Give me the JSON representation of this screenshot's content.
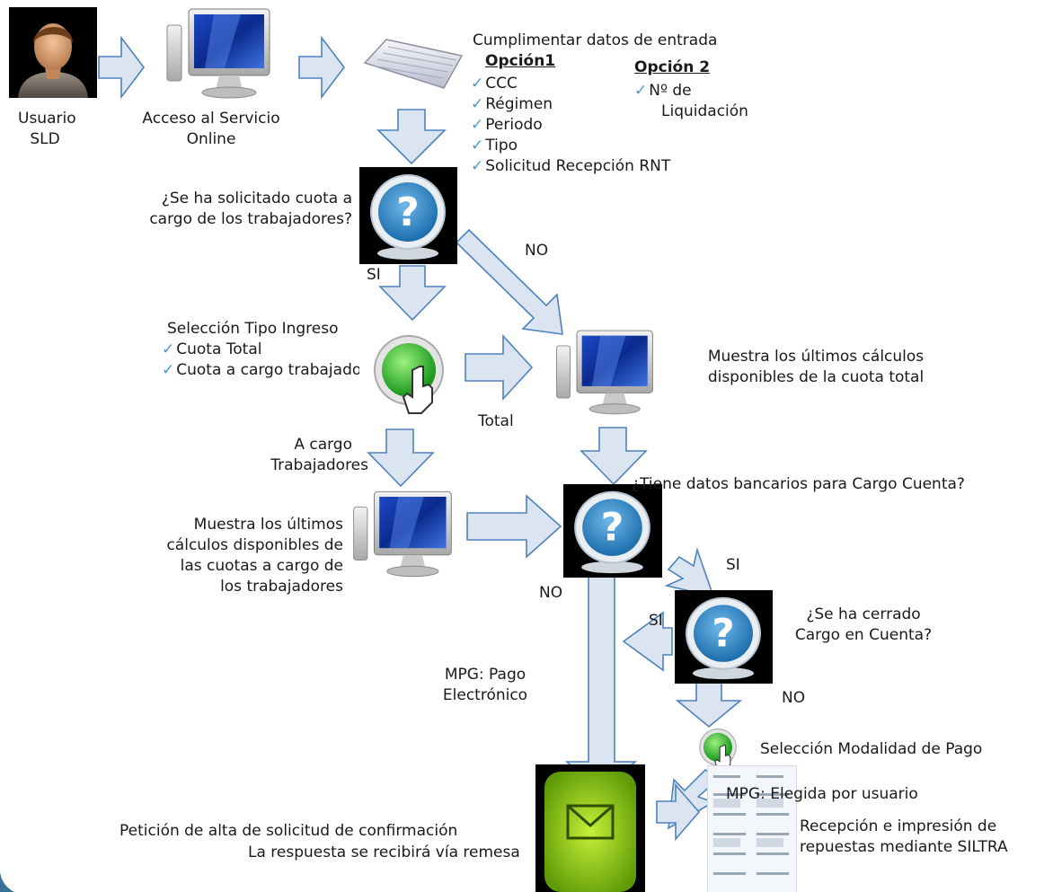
{
  "colors": {
    "arrow_fill": "#dbe5f1",
    "arrow_stroke": "#4f81bd",
    "check": "#4a9ad6",
    "question_blue": "#2f86c8",
    "button_green": "#33b233",
    "envelope_green": "#8fce1a"
  },
  "icons": {
    "user": "user-avatar-icon",
    "computer": "computer-monitor-icon",
    "keyboard": "keyboard-icon",
    "question": "question-mark-icon",
    "button": "green-button-hand-icon",
    "envelope": "envelope-icon",
    "document": "document-thumbnail-icon"
  },
  "nodes": {
    "usuario": [
      "Usuario",
      "SLD"
    ],
    "acceso": [
      "Acceso al Servicio",
      "Online"
    ],
    "cumplimentar": {
      "title": "Cumplimentar datos de entrada",
      "opcion1_title": "Opción1",
      "opcion1_items": [
        "CCC",
        "Régimen",
        "Periodo",
        "Tipo",
        "Solicitud Recepción RNT"
      ],
      "opcion2_title": "Opción 2",
      "opcion2_items": [
        "Nº de",
        "Liquidación"
      ]
    },
    "q_cuota": [
      "¿Se ha solicitado cuota a",
      "cargo de los trabajadores?"
    ],
    "seleccion_tipo": {
      "title": "Selección Tipo Ingreso",
      "items": [
        "Cuota Total",
        "Cuota a cargo trabajadores"
      ]
    },
    "muestra_total": [
      "Muestra los últimos cálculos",
      "disponibles de la cuota total"
    ],
    "muestra_trab": [
      "Muestra los últimos",
      "cálculos disponibles de",
      "las cuotas a cargo de",
      "los trabajadores"
    ],
    "q_bancarios": "¿Tiene datos bancarios para Cargo Cuenta?",
    "q_cerrado": [
      "¿Se ha cerrado",
      "Cargo en Cuenta?"
    ],
    "seleccion_modalidad": "Selección  Modalidad de Pago",
    "mpg_usuario": "MPG: Elegida por usuario",
    "recepcion": [
      "Recepción e impresión de",
      "repuestas mediante SILTRA"
    ],
    "mpg_pago": [
      "MPG: Pago",
      "Electrónico"
    ],
    "peticion": [
      "Petición de alta de solicitud de confirmación",
      "La respuesta se recibirá vía remesa"
    ]
  },
  "edge_labels": {
    "no_1": "NO",
    "si_1": "SI",
    "total": "Total",
    "a_cargo": [
      "A cargo",
      "Trabajadores"
    ],
    "no_2": "NO",
    "si_2": "SI",
    "si_3": "SI",
    "no_3": "NO"
  }
}
